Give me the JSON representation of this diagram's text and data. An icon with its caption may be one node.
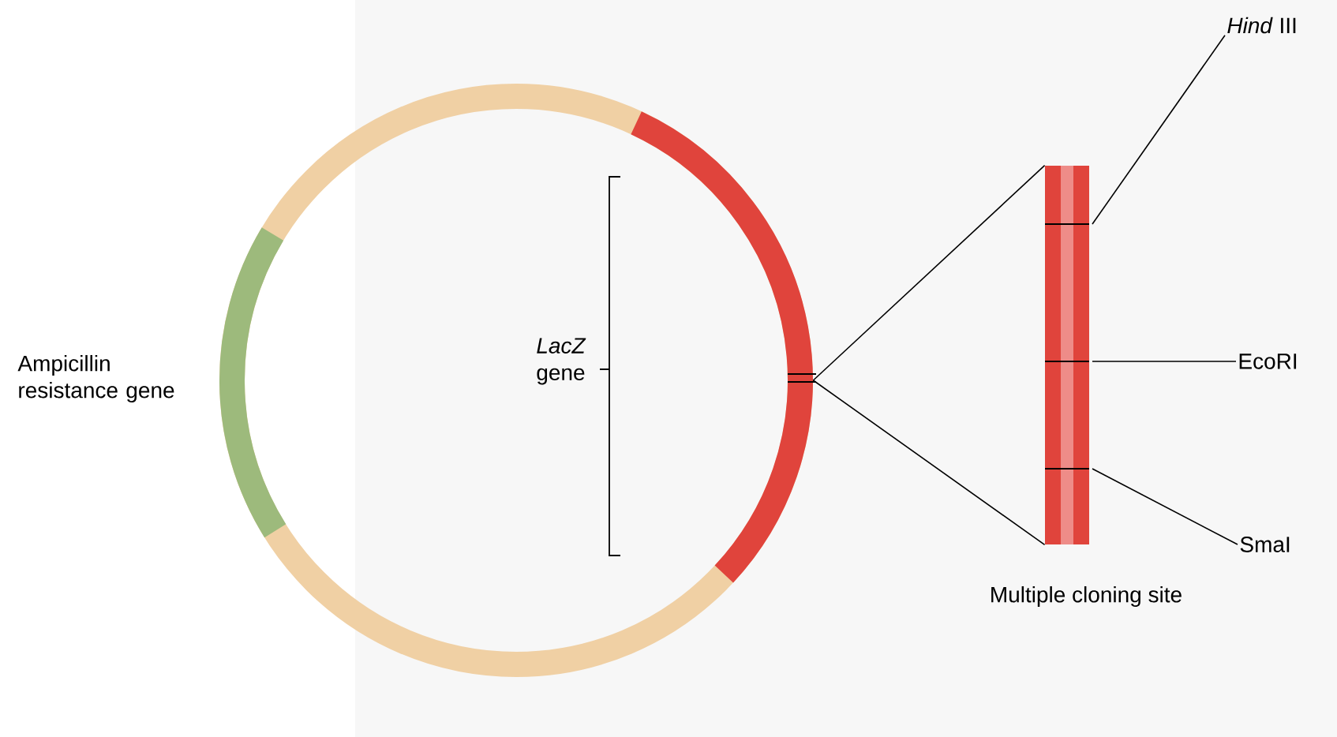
{
  "diagram": {
    "nodes": [
      {
        "text": [],
        "shape": "circle",
        "beside": [
          "Ampicillin resistance gene"
        ]
      },
      {
        "text": [
          "Multiple cloning site"
        ]
      },
      {
        "text": [
          "*Hind* III"
        ]
      },
      {
        "text": [
          "EcoRI"
        ]
      },
      {
        "text": [
          "SmaI"
        ]
      }
    ],
    "edges": [
      {
        "from": 0,
        "to": 1,
        "arrow": "none"
      },
      {
        "from": 0,
        "to": 1,
        "arrow": "none"
      },
      {
        "from": 2,
        "to": 1,
        "arrow": "none"
      },
      {
        "from": 3,
        "to": 1,
        "arrow": "none"
      },
      {
        "from": 4,
        "to": 1,
        "arrow": "none"
      }
    ],
    "labels": [
      "*LacZ* gene"
    ]
  }
}
